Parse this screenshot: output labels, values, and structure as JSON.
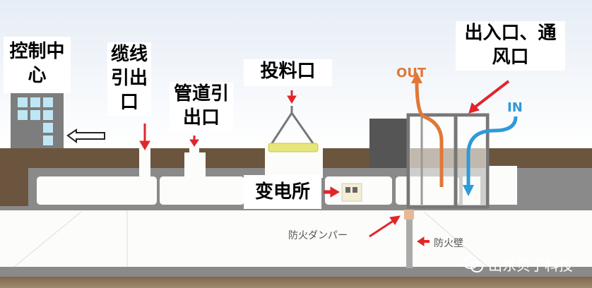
{
  "labels": {
    "control_center": "控制中心",
    "cable_outlet": "缆线引出口",
    "pipe_outlet": "管道引出口",
    "feeding_port": "投料口",
    "entrance_vent": "出入口、通风口",
    "substation": "变电所",
    "fire_damper": "防火ダンパー",
    "fire_wall": "防火壁",
    "airflow_out": "OUT",
    "airflow_in": "IN"
  },
  "watermark": {
    "icon": "wechat-icon",
    "text": "山东贝宁科技"
  },
  "colors": {
    "soil": "#6b553e",
    "concrete": "#8a8a8a",
    "arrow_red": "#e0262b",
    "out_orange": "#e07838",
    "in_blue": "#2e9ad8",
    "crane_yellow": "#e6e67a",
    "damper": "#e8b894"
  }
}
